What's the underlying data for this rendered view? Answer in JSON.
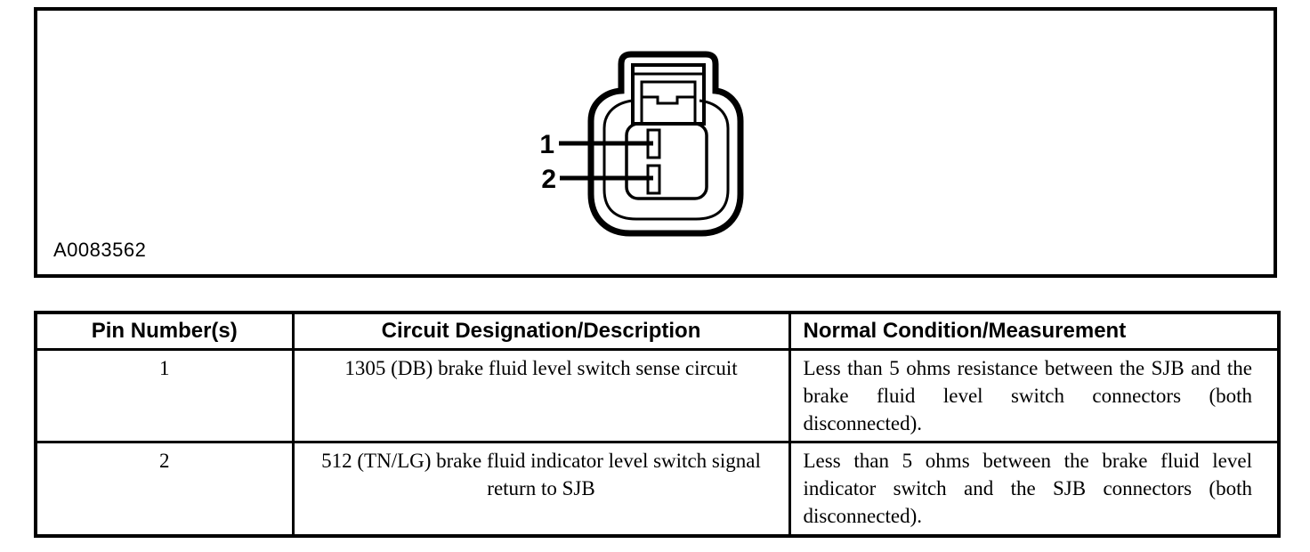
{
  "page": {
    "background": "#ffffff",
    "ink": "#000000"
  },
  "figure": {
    "caption": "A0083562",
    "description": "2-pin brake fluid level switch connector face view",
    "pin_labels": {
      "pin1": "1",
      "pin2": "2"
    }
  },
  "table": {
    "headers": {
      "pin": "Pin Number(s)",
      "circuit": "Circuit Designation/Description",
      "condition": "Normal Condition/Measurement"
    },
    "rows": [
      {
        "pin": "1",
        "circuit": "1305 (DB) brake fluid level switch sense circuit",
        "condition": "Less than 5 ohms resistance between the SJB and the brake fluid level switch connectors (both disconnected)."
      },
      {
        "pin": "2",
        "circuit": "512 (TN/LG) brake fluid indicator level switch signal return to SJB",
        "condition": "Less than 5 ohms between the brake fluid level indicator switch and the SJB connectors (both disconnected)."
      }
    ]
  }
}
